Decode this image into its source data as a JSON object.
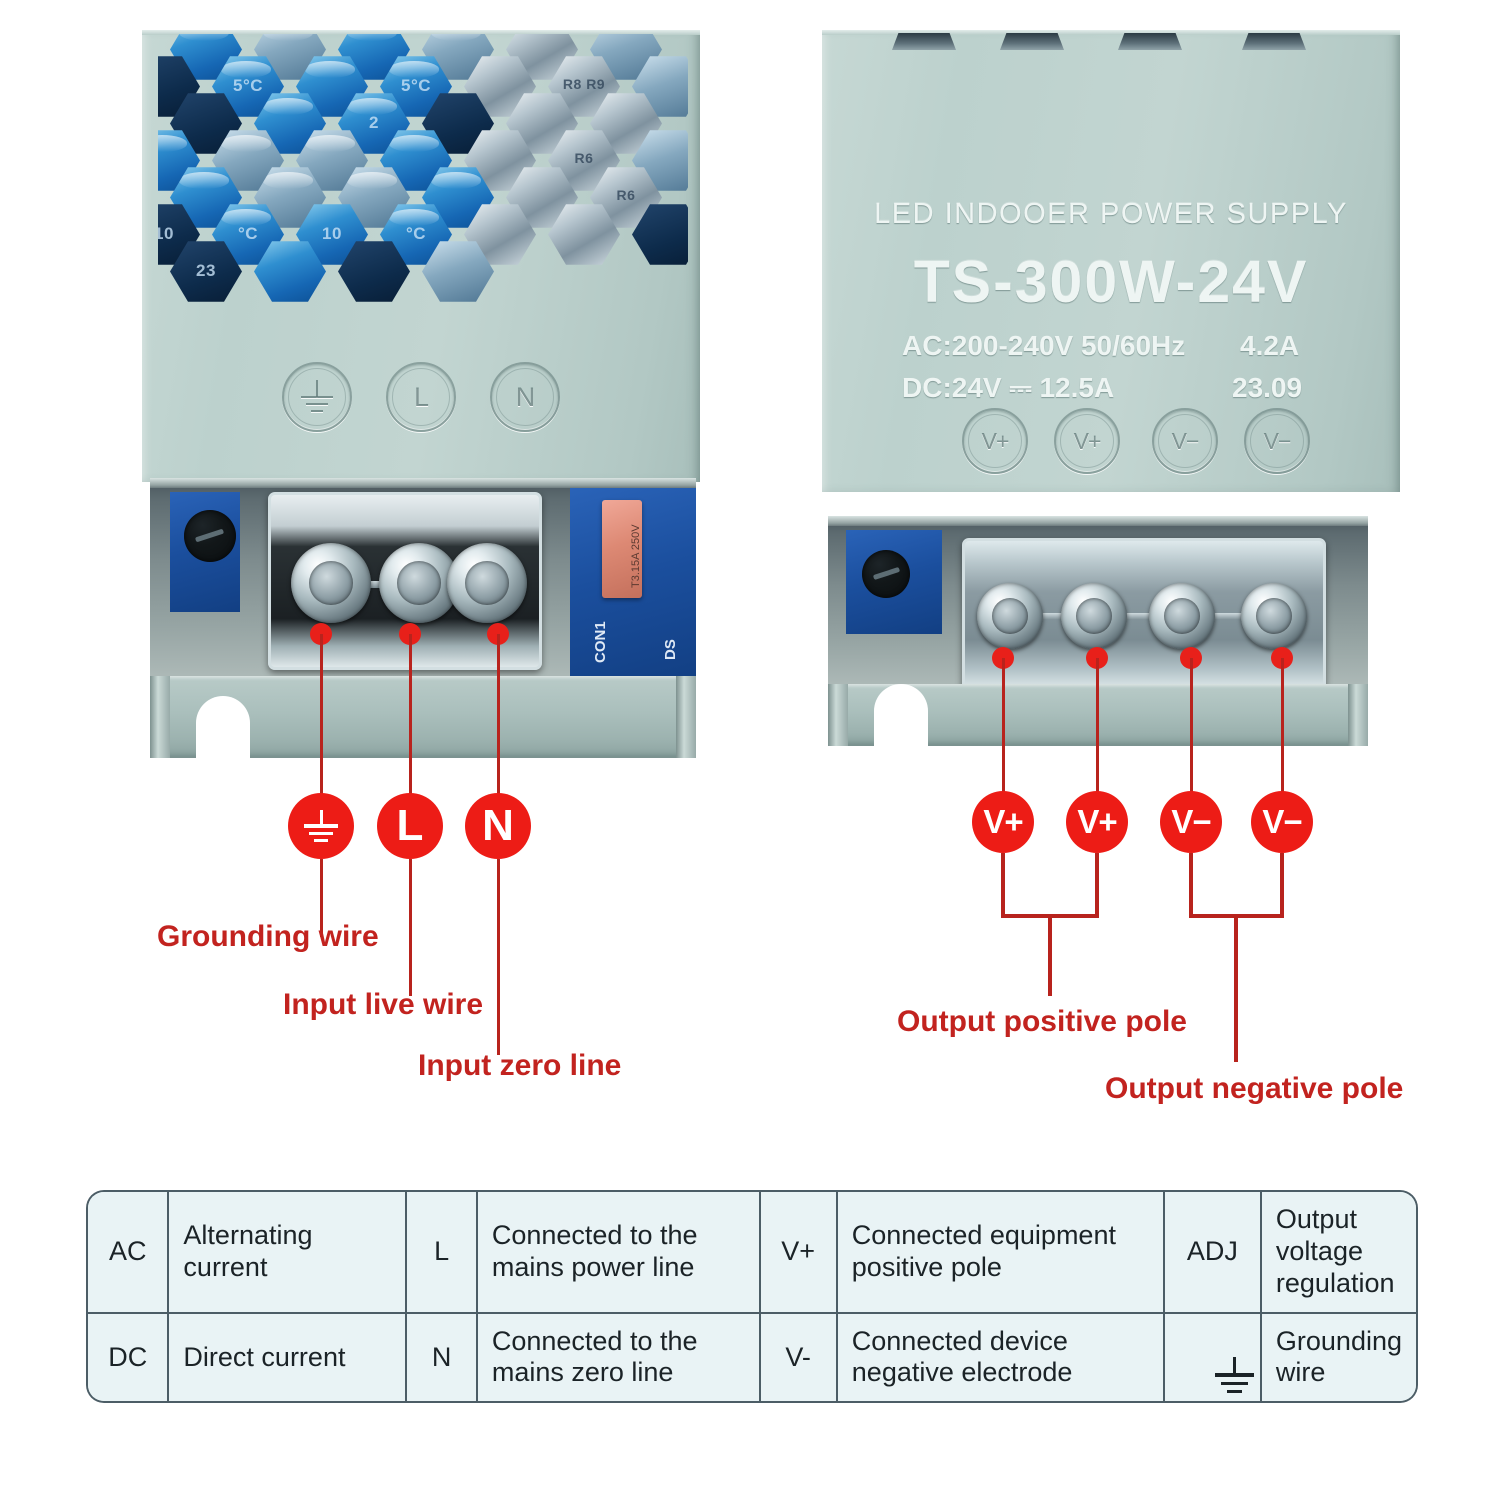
{
  "product": {
    "silkscreen": {
      "subtitle": "LED INDOOER POWER SUPPLY",
      "model": "TS-300W-24V",
      "ac_spec": "AC:200-240V 50/60Hz",
      "ac_current": "4.2A",
      "dc_spec": "DC:24V ⎓ 12.5A",
      "date_code": "23.09"
    },
    "input_terminal_marks": [
      "⏚",
      "L",
      "N"
    ],
    "output_terminal_marks": [
      "V+",
      "V+",
      "V−",
      "V−"
    ],
    "pcb_marks": [
      "CON1",
      "DS"
    ],
    "fuse_text": "T3.15A 250V",
    "vent_text": [
      "5°C",
      "5°C",
      "2",
      "10",
      "°C",
      "10",
      "°C",
      "23",
      "R8 R9",
      "R6",
      "R6"
    ]
  },
  "callouts": {
    "input": [
      {
        "badge": "ground-symbol",
        "label": "Grounding wire"
      },
      {
        "badge": "L",
        "label": "Input live wire"
      },
      {
        "badge": "N",
        "label": "Input zero line"
      }
    ],
    "output_badges": [
      "V+",
      "V+",
      "V−",
      "V−"
    ],
    "output": [
      {
        "label": "Output positive pole"
      },
      {
        "label": "Output negative pole"
      }
    ]
  },
  "legend": {
    "rows": [
      {
        "k1": "AC",
        "d1": "Alternating current",
        "k2": "L",
        "d2": "Connected to the mains power line",
        "k3": "V+",
        "d3": "Connected equipment positive pole",
        "k4": "ADJ",
        "d4": "Output voltage regulation"
      },
      {
        "k1": "DC",
        "d1": "Direct current",
        "k2": "N",
        "d2": "Connected to the mains zero line",
        "k3": "V-",
        "d3": "Connected device negative electrode",
        "k4": "ground-symbol",
        "d4": "Grounding wire"
      }
    ]
  },
  "colors": {
    "callout_red": "#ed1c16",
    "callout_text_red": "#c2231f",
    "leader_red": "#b8231d",
    "casing": "#bdd2cf",
    "pcb_blue": "#1b4f9e",
    "table_fill": "#e9f3f5",
    "table_border": "#4c5d66"
  }
}
